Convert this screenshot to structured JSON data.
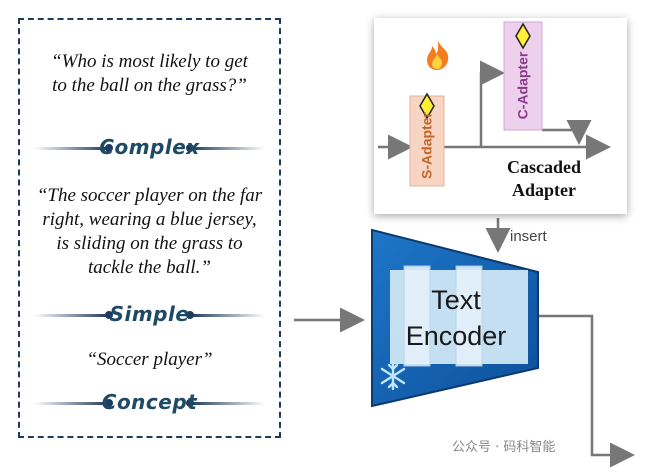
{
  "left_panel": {
    "quotes": [
      "“Who is most likely to get to the ball on the grass?”",
      "“The soccer player on the far right, wearing a blue jersey, is sliding on the grass to tackle the ball.”",
      "“Soccer player”"
    ],
    "levels": [
      "Complex",
      "Simple",
      "Concept"
    ]
  },
  "adapter": {
    "s_adapter": "S-Adapter",
    "c_adapter": "C-Adapter",
    "cascaded_label": "Cascaded Adapter",
    "flame_icon": "flame-icon",
    "diamond_icon": "diamond-icon"
  },
  "encoder": {
    "label": "Text Encoder",
    "insert_label": "insert",
    "snowflake_icon": "snowflake-icon"
  },
  "watermark": "公众号 · 码科智能",
  "colors": {
    "panel_border": "#1f3a5a",
    "label_text": "#1f4a66",
    "encoder_blue": "#1565c0",
    "s_adapter_fill": "#f8d5c3",
    "c_adapter_fill": "#ecd0ec",
    "diamond_fill": "#ffee33",
    "arrow_gray": "#777777"
  }
}
